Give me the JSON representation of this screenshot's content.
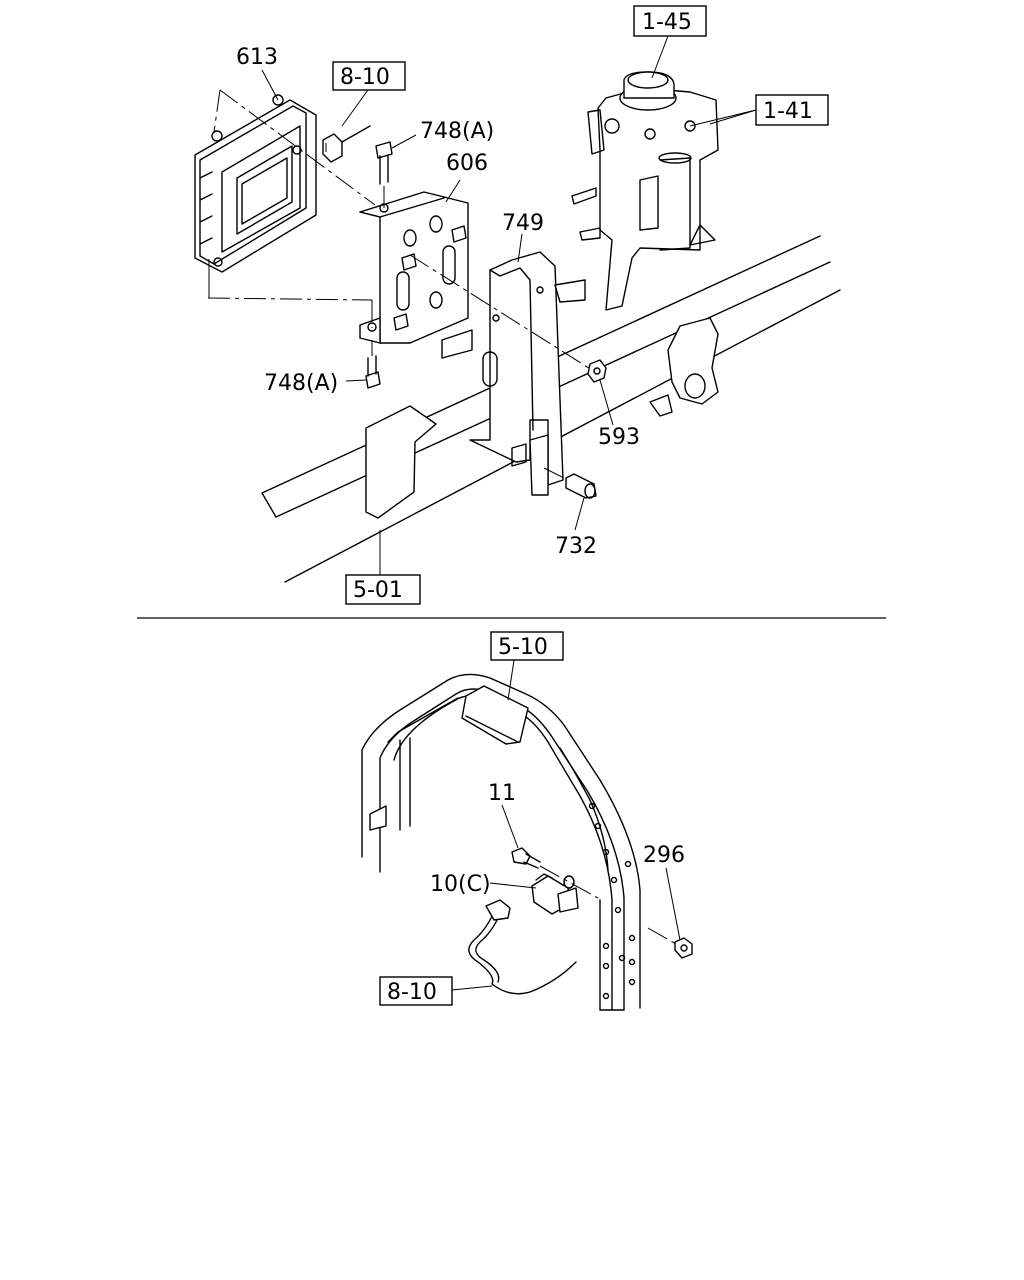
{
  "callouts": {
    "c613": "613",
    "c748a_top": "748(A)",
    "c606": "606",
    "c749": "749",
    "c748a_bottom": "748(A)",
    "c593": "593",
    "c732": "732",
    "c11": "11",
    "c296": "296",
    "c10c": "10(C)"
  },
  "refboxes": {
    "r810_top": "8-10",
    "r145": "1-45",
    "r141": "1-41",
    "r501": "5-01",
    "r510": "5-10",
    "r810_bottom": "8-10"
  }
}
